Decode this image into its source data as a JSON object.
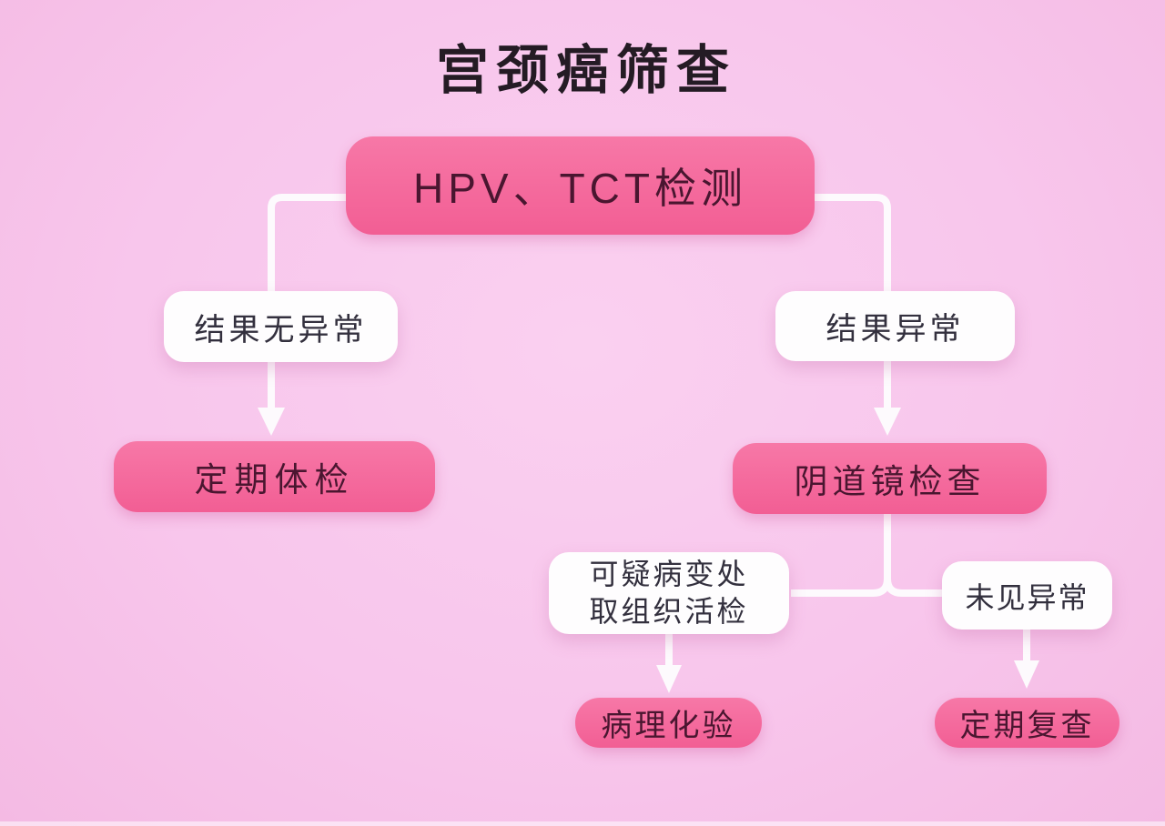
{
  "page": {
    "title": "宫颈癌筛查"
  },
  "flowchart": {
    "root_node": "HPV、TCT检测",
    "left_branch": {
      "condition_label": "结果无异常",
      "outcome_node": "定期体检"
    },
    "right_branch": {
      "condition_label": "结果异常",
      "outcome_node": "阴道镜检查",
      "sub_left": {
        "condition_line1": "可疑病变处",
        "condition_line2": "取组织活检",
        "outcome_node": "病理化验"
      },
      "sub_right": {
        "condition_label": "未见异常",
        "outcome_node": "定期复查"
      }
    }
  },
  "colors": {
    "background": "#f8c6ec",
    "node_pink": "#f25e94",
    "node_pink_light": "#f778a7",
    "node_text": "#4a1630",
    "label_bg": "#fefdfe",
    "label_text": "#33303e",
    "connector": "#fdfafd",
    "title_text": "#241b24"
  }
}
